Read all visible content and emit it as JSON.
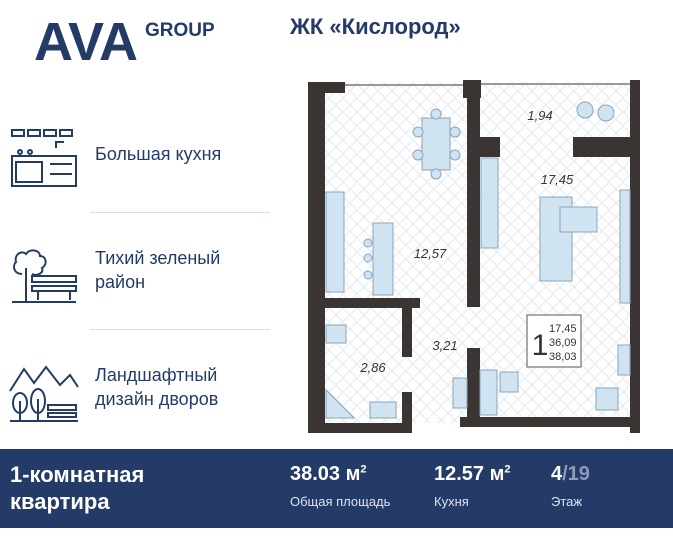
{
  "logo": {
    "main": "AVA",
    "sub": "GROUP"
  },
  "title": "ЖК «Кислород»",
  "features": [
    {
      "icon": "kitchen-icon",
      "line1": "Большая кухня",
      "line2": ""
    },
    {
      "icon": "park-bench-icon",
      "line1": "Тихий зеленый",
      "line2": "район"
    },
    {
      "icon": "landscape-trees-icon",
      "line1": "Ландшафтный",
      "line2": "дизайн дворов"
    }
  ],
  "plan": {
    "rooms": {
      "kitchen": "12,57",
      "balcony": "1,94",
      "living": "17,45",
      "hall": "3,21",
      "bathroom": "2,86"
    },
    "summary": {
      "rooms": "1",
      "living": "17,45",
      "useful": "36,09",
      "total": "38,03"
    }
  },
  "bar": {
    "apartment_line1": "1-комнатная",
    "apartment_line2": "квартира",
    "total_area": "38.03 м",
    "total_area_sup": "2",
    "total_area_label": "Общая площадь",
    "kitchen_area": "12.57 м",
    "kitchen_area_sup": "2",
    "kitchen_label": "Кухня",
    "floor": "4",
    "floor_total": "/19",
    "floor_label": "Этаж"
  },
  "colors": {
    "brand": "#243a67",
    "wall": "#3a3533",
    "furniture": "#cfe3f0"
  }
}
